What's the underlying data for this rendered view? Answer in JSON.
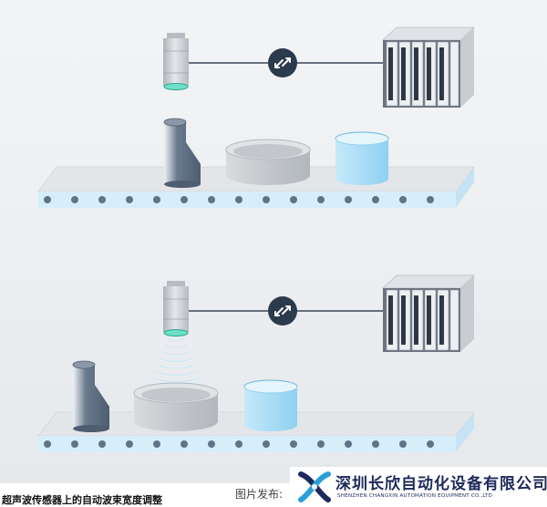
{
  "caption": "超声波传感器上的自动波束宽度调整",
  "credit": "图片发布:",
  "logo": {
    "company_cn": "深圳长欣自动化设备有限公司",
    "company_en": "SHENZHEN CHANGXIN AUTOMATION EQUIPMENT CO.,LTD"
  },
  "colors": {
    "background": "#eef0f2",
    "sensor": "#c9cdd2",
    "sensor_ring": "#6fe0c8",
    "link_icon": "#2c3a4d",
    "plc": "#5c6470",
    "belt_top": "#e4e7ea",
    "belt_front": "#d6eefa",
    "roller": "#5f7487",
    "object_dark": "#5c6c80",
    "object_grey": "#c7cbcf",
    "object_blue": "#a9dcf5",
    "brand": "#1d2a5a"
  },
  "icons": [
    "bidirectional-arrows-icon",
    "changxin-logo-icon"
  ]
}
